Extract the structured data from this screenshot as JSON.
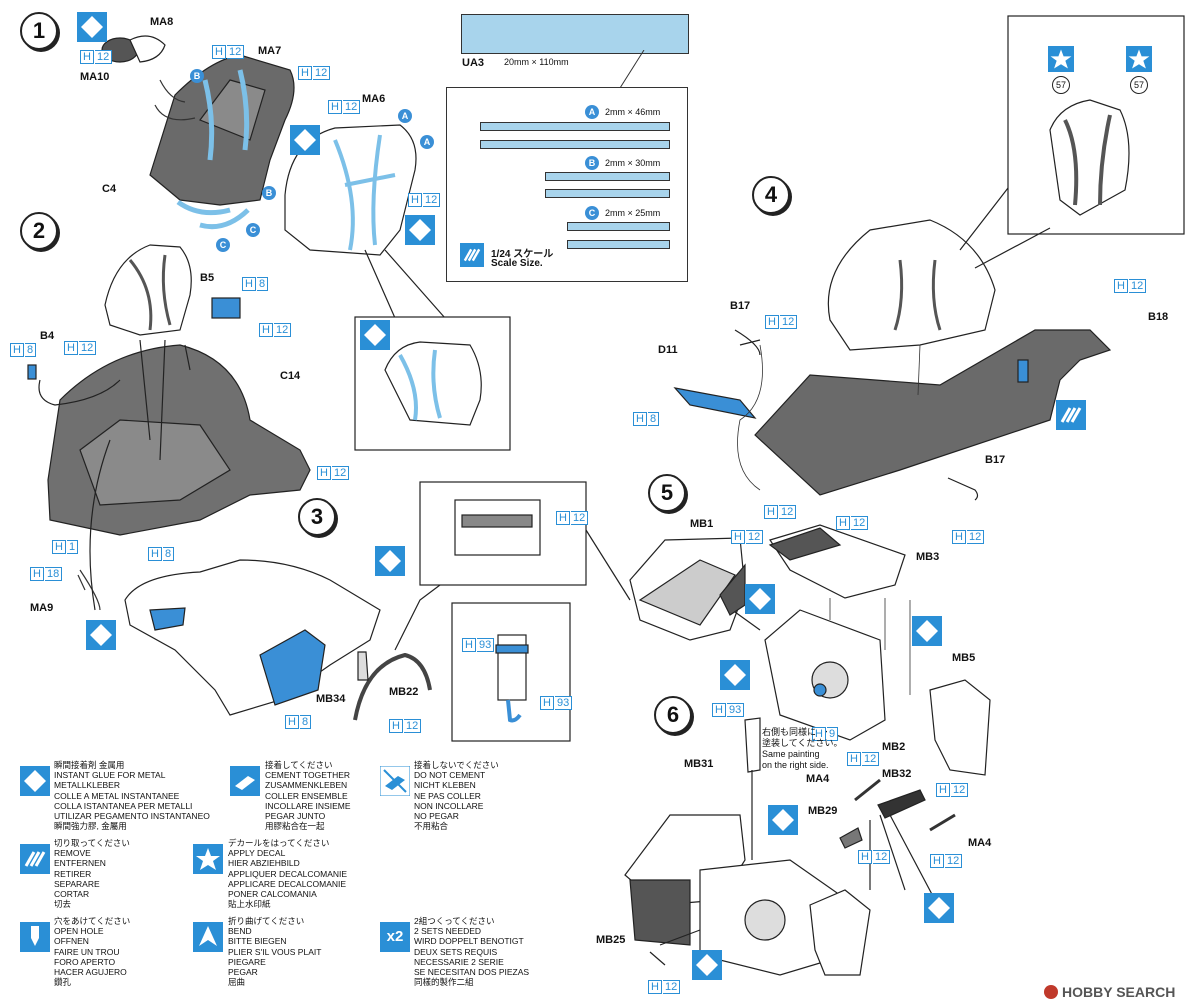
{
  "steps": [
    "1",
    "2",
    "3",
    "4",
    "5",
    "6"
  ],
  "parts": {
    "MA8": "MA8",
    "MA10": "MA10",
    "MA7": "MA7",
    "MA6": "MA6",
    "C4": "C4",
    "B5": "B5",
    "B4": "B4",
    "C14": "C14",
    "MA9": "MA9",
    "MB34": "MB34",
    "MB22": "MB22",
    "B17a": "B17",
    "B18": "B18",
    "D11": "D11",
    "B17b": "B17",
    "MB1": "MB1",
    "MB3": "MB3",
    "MB5": "MB5",
    "MB2": "MB2",
    "MB31": "MB31",
    "MA4a": "MA4",
    "MB32": "MB32",
    "MB29": "MB29",
    "MA4b": "MA4",
    "MB25": "MB25"
  },
  "paint": {
    "h12": "12",
    "h8": "8",
    "h1": "1",
    "h18": "18",
    "h93": "93",
    "h9": "9",
    "prefix": "H"
  },
  "decal_sheet": {
    "code": "UA3",
    "size": "20mm × 110mm",
    "strip_a": "2mm × 46mm",
    "strip_b": "2mm × 30mm",
    "strip_c": "2mm × 25mm",
    "letter_a": "A",
    "letter_b": "B",
    "letter_c": "C",
    "scale_jp": "1/24 スケール",
    "scale_en": "Scale Size."
  },
  "circle_letters": {
    "a": "A",
    "b": "B",
    "c": "C"
  },
  "decal_number": "57",
  "same_painting": {
    "jp1": "右側も同様に",
    "jp2": "塗装してください。",
    "en1": "Same painting",
    "en2": "on the right side."
  },
  "legend": {
    "glue_metal": [
      "瞬間接着剤 金属用",
      "INSTANT GLUE FOR METAL",
      "METALLKLEBER",
      "COLLE A METAL INSTANTANEE",
      "COLLA ISTANTANEA PER METALLI",
      "UTILIZAR PEGAMENTO INSTANTANEO",
      "瞬間強力膠, 金屬用"
    ],
    "cement": [
      "接着してください",
      "CEMENT TOGETHER",
      "ZUSAMMENKLEBEN",
      "COLLER ENSEMBLE",
      "INCOLLARE INSIEME",
      "PEGAR JUNTO",
      "用膠粘合在一起"
    ],
    "no_cement": [
      "接着しないでください",
      "DO NOT CEMENT",
      "NICHT KLEBEN",
      "NE PAS COLLER",
      "NON INCOLLARE",
      "NO PEGAR",
      "不用粘合"
    ],
    "remove": [
      "切り取ってください",
      "REMOVE",
      "ENTFERNEN",
      "RETIRER",
      "SEPARARE",
      "CORTAR",
      "切去"
    ],
    "decal": [
      "デカールをはってください",
      "APPLY DECAL",
      "HIER ABZIEHBILD",
      "APPLIQUER DECALCOMANIE",
      "APPLICARE DECALCOMANIE",
      "PONER CALCOMANIA",
      "貼上水印紙"
    ],
    "open_hole": [
      "穴をあけてください",
      "OPEN HOLE",
      "OFFNEN",
      "FAIRE UN TROU",
      "FORO APERTO",
      "HACER AGUJERO",
      "鑽孔"
    ],
    "bend": [
      "折り曲げてください",
      "BEND",
      "BITTE BIEGEN",
      "PLIER S'IL VOUS PLAIT",
      "PIEGARE",
      "PEGAR",
      "屈曲"
    ],
    "two_sets": [
      "2組つくってください",
      "2 SETS NEEDED",
      "WIRD DOPPELT BENOTIGT",
      "DEUX SETS REQUIS",
      "NECESSARIE 2 SERIE",
      "SE NECESITAN DOS PIEZAS",
      "同樣的製作二組"
    ],
    "x2": "x2"
  },
  "watermark": "HOBBY SEARCH"
}
